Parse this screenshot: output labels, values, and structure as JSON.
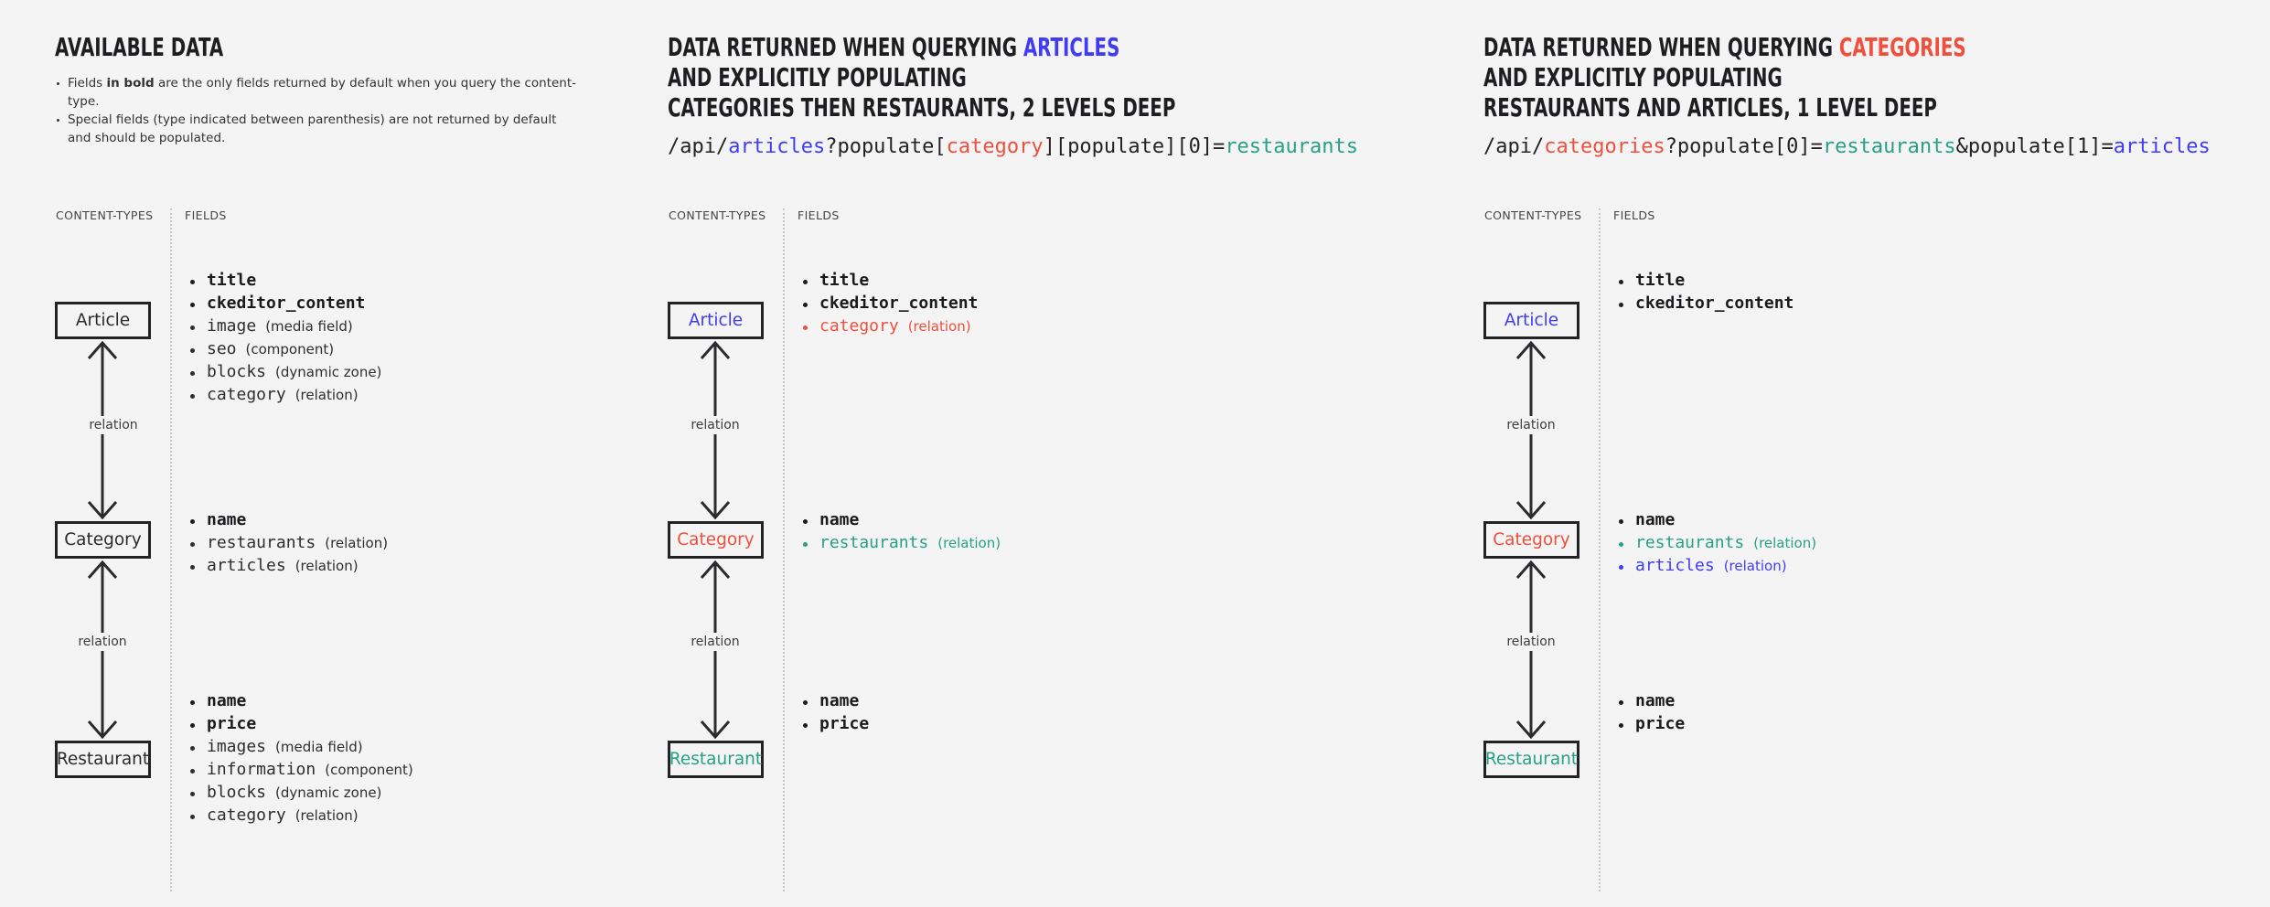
{
  "colors": {
    "bg": "#f4f4f5",
    "ink": "#232325",
    "blue": "#413cf0",
    "red": "#ee503e",
    "teal": "#27a086"
  },
  "panels": [
    {
      "name": "Available data",
      "title": {
        "line1_prefix": "AVAILABLE DATA"
      },
      "notes": [
        {
          "t1": "Fields ",
          "t1b": "in bold",
          "t1c": " are the only fields returned by default when you query the content-type."
        },
        {
          "l1": "Special fields (type indicated between parenthesis) are not returned by default",
          "l2": "and should be populated."
        }
      ],
      "columns": {
        "left": "CONTENT-TYPES",
        "right": "FIELDS"
      },
      "relation_labels": [
        "relation",
        "relation"
      ],
      "nodes": [
        {
          "label": "Article",
          "fields": [
            {
              "name": "title"
            },
            {
              "name": "ckeditor_content"
            },
            {
              "name": "image",
              "type": "(media field)"
            },
            {
              "name": "seo",
              "type": "(component)"
            },
            {
              "name": "blocks",
              "type": "(dynamic zone)"
            },
            {
              "name": "category",
              "type": "(relation)"
            }
          ]
        },
        {
          "label": "Category",
          "fields": [
            {
              "name": "name"
            },
            {
              "name": "restaurants",
              "type": "(relation)"
            },
            {
              "name": "articles",
              "type": "(relation)"
            }
          ]
        },
        {
          "label": "Restaurant",
          "fields": [
            {
              "name": "name"
            },
            {
              "name": "price"
            },
            {
              "name": "images",
              "type": "(media field)"
            },
            {
              "name": "information",
              "type": "(component)"
            },
            {
              "name": "blocks",
              "type": "(dynamic zone)"
            },
            {
              "name": "category",
              "type": "(relation)"
            }
          ]
        }
      ]
    },
    {
      "name": "Data returned when querying articles",
      "title": {
        "line1_prefix": "DATA RETURNED WHEN QUERYING ",
        "line1_highlight": "ARTICLES",
        "line2": "AND EXPLICITLY POPULATING",
        "line3": "CATEGORIES THEN RESTAURANTS, 2 LEVELS DEEP"
      },
      "code": [
        {
          "text": "/api/"
        },
        {
          "text": "articles"
        },
        {
          "text": "?populate["
        },
        {
          "text": "category"
        },
        {
          "text": "][populate][0]="
        },
        {
          "text": "restaurants"
        }
      ],
      "columns": {
        "left": "CONTENT-TYPES",
        "right": "FIELDS"
      },
      "relation_labels": [
        "relation",
        "relation"
      ],
      "nodes": [
        {
          "label": "Article",
          "fields": [
            {
              "name": "title"
            },
            {
              "name": "ckeditor_content"
            },
            {
              "name": "category",
              "type": "(relation)"
            }
          ]
        },
        {
          "label": "Category",
          "fields": [
            {
              "name": "name"
            },
            {
              "name": "restaurants",
              "type": "(relation)"
            }
          ]
        },
        {
          "label": "Restaurant",
          "fields": [
            {
              "name": "name"
            },
            {
              "name": "price"
            }
          ]
        }
      ]
    },
    {
      "name": "Data returned when querying categories",
      "title": {
        "line1_prefix": "DATA RETURNED WHEN QUERYING ",
        "line1_highlight": "CATEGORIES",
        "line2": "AND EXPLICITLY POPULATING",
        "line3": "RESTAURANTS AND ARTICLES, 1 LEVEL DEEP"
      },
      "code": [
        {
          "text": "/api/"
        },
        {
          "text": "categories"
        },
        {
          "text": "?populate[0]="
        },
        {
          "text": "restaurants"
        },
        {
          "text": "&populate[1]="
        },
        {
          "text": "articles"
        }
      ],
      "columns": {
        "left": "CONTENT-TYPES",
        "right": "FIELDS"
      },
      "relation_labels": [
        "relation",
        "relation"
      ],
      "nodes": [
        {
          "label": "Article",
          "fields": [
            {
              "name": "title"
            },
            {
              "name": "ckeditor_content"
            }
          ]
        },
        {
          "label": "Category",
          "fields": [
            {
              "name": "name"
            },
            {
              "name": "restaurants",
              "type": "(relation)"
            },
            {
              "name": "articles",
              "type": "(relation)"
            }
          ]
        },
        {
          "label": "Restaurant",
          "fields": [
            {
              "name": "name"
            },
            {
              "name": "price"
            }
          ]
        }
      ]
    }
  ]
}
